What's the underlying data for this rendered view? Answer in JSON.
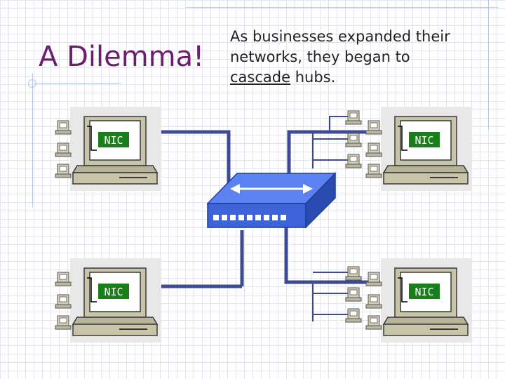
{
  "slide": {
    "title": "A Dilemma!",
    "body_part1": "As businesses expanded their networks, they began to ",
    "body_underlined": "cascade",
    "body_part2": " hubs."
  },
  "diagram": {
    "computers": [
      {
        "id": "top-left",
        "label": "NIC"
      },
      {
        "id": "top-right",
        "label": "NIC"
      },
      {
        "id": "bottom-left",
        "label": "NIC"
      },
      {
        "id": "bottom-right",
        "label": "NIC"
      }
    ]
  },
  "colors": {
    "title": "#6b1d6e",
    "cable": "#3d4a96",
    "hub": "#3c64d8",
    "nic_badge": "#1a7f1a",
    "monitor_beige": "#c8c4a8"
  }
}
